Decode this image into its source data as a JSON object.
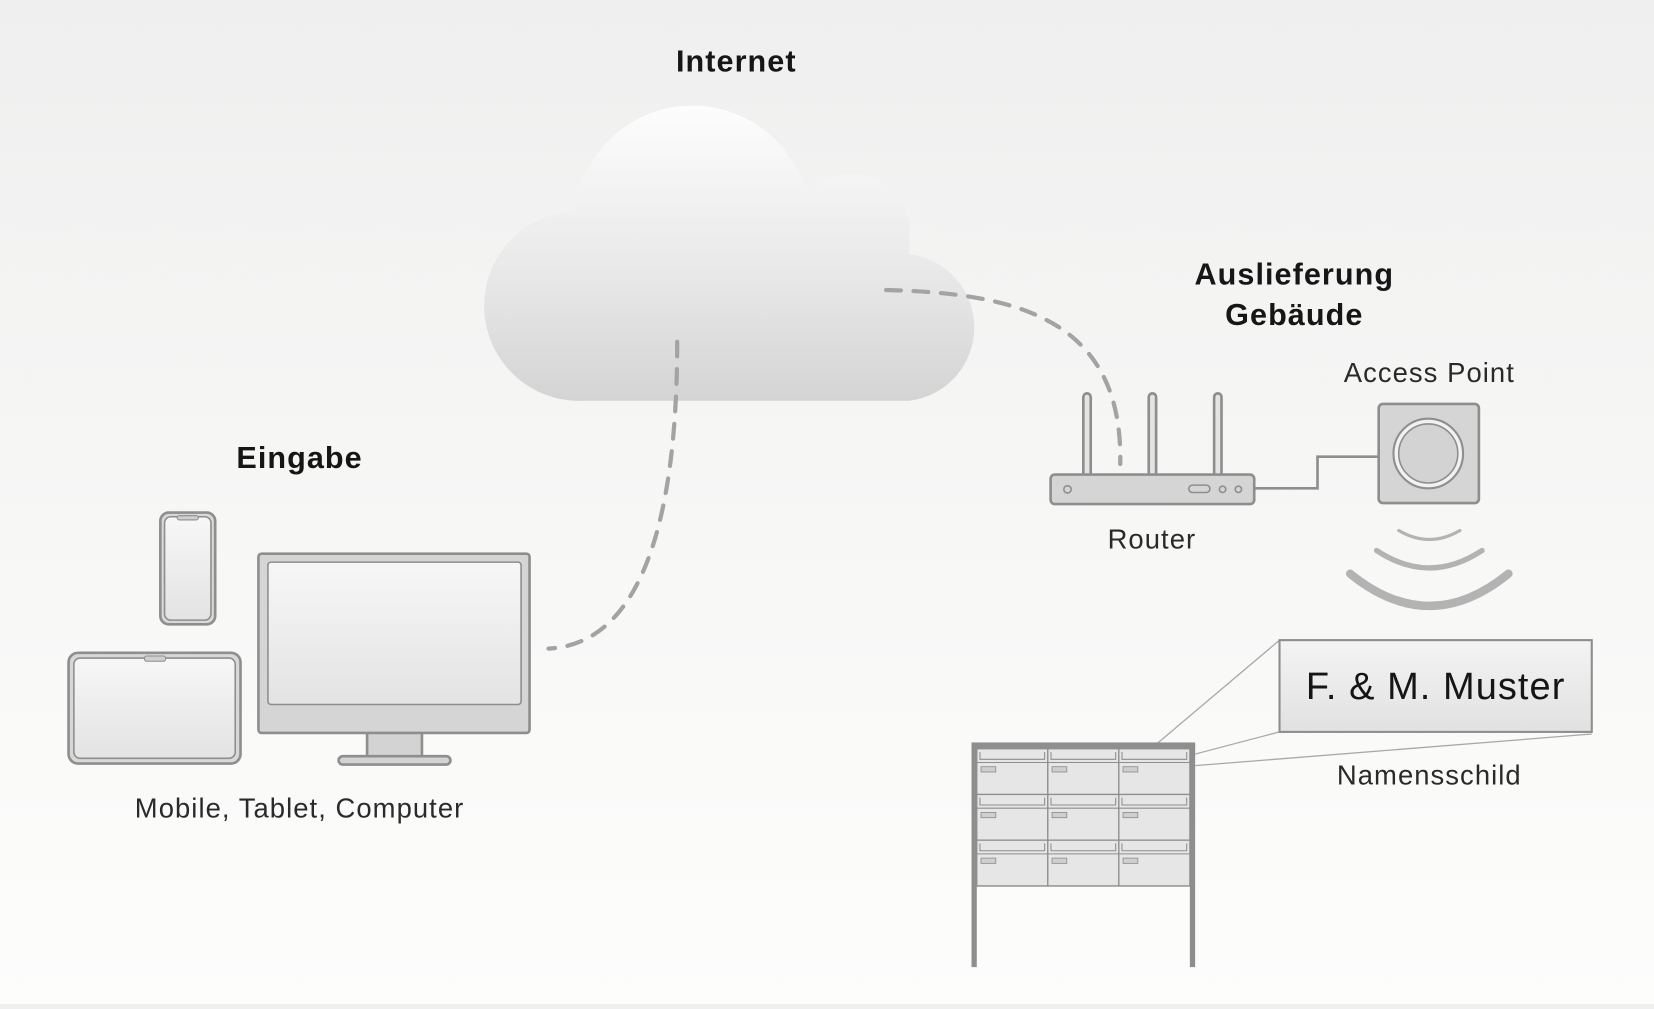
{
  "diagram": {
    "sections": {
      "internet": {
        "title": "Internet"
      },
      "input": {
        "title": "Eingabe",
        "devices_label": "Mobile, Tablet, Computer"
      },
      "delivery": {
        "title_line1": "Auslieferung",
        "title_line2": "Gebäude"
      }
    },
    "nodes": {
      "router": {
        "label": "Router"
      },
      "access_point": {
        "label": "Access Point"
      },
      "nameplate": {
        "text": "F. & M. Muster",
        "label": "Namensschild"
      }
    },
    "icons": {
      "cloud": "cloud-icon",
      "phone": "smartphone-icon",
      "tablet": "tablet-icon",
      "monitor": "computer-monitor-icon",
      "router": "router-icon",
      "access_point": "access-point-icon",
      "wifi": "wifi-signal-icon",
      "mailbox": "mailbox-panel-icon"
    },
    "connections": [
      {
        "from": "devices",
        "to": "internet",
        "style": "dashed"
      },
      {
        "from": "internet",
        "to": "router",
        "style": "dashed"
      },
      {
        "from": "router",
        "to": "access_point",
        "style": "solid"
      }
    ],
    "colors": {
      "stroke": "#8e8e8e",
      "dash": "#a3a3a3",
      "device_fill": "#d5d5d5",
      "screen_fill": "#ececec",
      "text": "#161616"
    }
  }
}
